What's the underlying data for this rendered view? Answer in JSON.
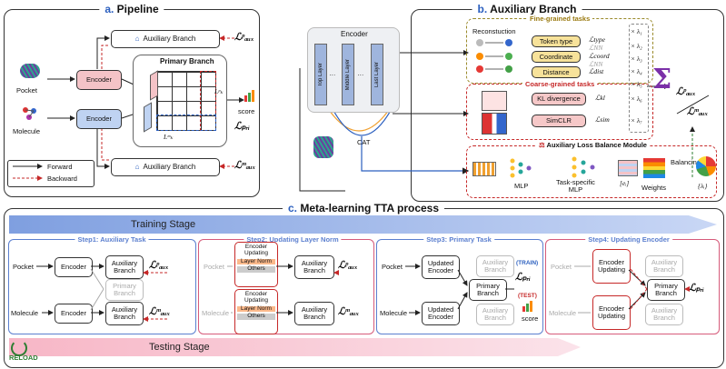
{
  "colors": {
    "blue_accent": "#2b5fbf",
    "red_dash": "#c62828",
    "encoder_pink": "#f4c3c7",
    "encoder_blue": "#bfd3f2",
    "training_bar": "#7f9fe0",
    "testing_bar": "#f7b6c6",
    "gold": "#f7e29a"
  },
  "pipeline": {
    "letter": "a.",
    "title": "Pipeline",
    "pocket": "Pocket",
    "molecule": "Molecule",
    "encoder": "Encoder",
    "aux_branch": "Auxiliary Branch",
    "primary_branch": "Primary Branch",
    "score": "score",
    "loss_aux_p": "ℒᵖₐᵤₓ",
    "loss_aux_m": "ℒᵐₐᵤₓ",
    "loss_pri": "ℒₚᵣᵢ",
    "lk_p": "Lᵖₖ",
    "lk_m": "Lᵐₖ",
    "legend_forward": "Forward",
    "legend_backward": "Backward"
  },
  "aux_panel": {
    "letter": "b.",
    "title": "Auxiliary Branch",
    "encoder": "Encoder",
    "layers": [
      "Top Layer",
      "…",
      "Middle Layer",
      "…",
      "Last Layer"
    ],
    "cat": "CAT",
    "fine_title": "Fine-grained tasks",
    "reconstruction": "Reconstuction",
    "fine_tasks": [
      {
        "label": "Token type",
        "loss": "ℒtype",
        "loss2": "ℒNN"
      },
      {
        "label": "Coordinate",
        "loss": "ℒcoord",
        "loss2": "ℒNN"
      },
      {
        "label": "Distance",
        "loss": "ℒdist"
      }
    ],
    "coarse_title": "Coarse-grained tasks",
    "coarse_tasks": [
      {
        "label": "KL divergence",
        "loss": "ℒkl"
      },
      {
        "label": "SimCLR",
        "loss": "ℒsim"
      }
    ],
    "lambdas": [
      "× λ₁",
      "× λ₂",
      "× λ₃",
      "× λ₄",
      "× λ₅",
      "× λ₆",
      "× λ₇"
    ],
    "sum_symbol": "Σ",
    "loss_aux_p": "ℒᵖₐᵤₓ",
    "loss_aux_m": "ℒᵐₐᵤₓ",
    "balance_title": "Auxiliary Loss Balance Module",
    "mlp": "MLP",
    "task_specific_mlp": "Task-specific\nMLP",
    "ei": "[eᵢ]",
    "weights": "Weights",
    "lambda_i": "{λᵢ}",
    "balancing": "Balancing"
  },
  "meta_panel": {
    "letter": "c.",
    "title": "Meta-learning TTA process",
    "training_stage": "Training Stage",
    "testing_stage": "Testing Stage",
    "reload": "RELOAD",
    "steps": [
      {
        "title": "Step1: Auxiliary Task",
        "pocket": "Pocket",
        "molecule": "Molecule",
        "encoder": "Encoder",
        "aux": "Auxiliary Branch",
        "primary": "Primary Branch"
      },
      {
        "title": "Step2: Updating Layer Norm",
        "pocket": "Pocket",
        "molecule": "Molecule",
        "enc_updating": "Encoder Updating",
        "layer_norm": "Layer Norm",
        "others": "Others",
        "aux": "Auxiliary Branch"
      },
      {
        "title": "Step3: Primary Task",
        "pocket": "Pocket",
        "molecule": "Molecule",
        "updated_encoder": "Updated Encoder",
        "aux": "Auxiliary Branch",
        "primary": "Primary Branch",
        "train": "(TRAIN)",
        "test": "(TEST)",
        "score": "score"
      },
      {
        "title": "Step4: Updating Encoder",
        "pocket": "Pocket",
        "molecule": "Molecule",
        "enc_updating": "Encoder Updating",
        "aux": "Auxiliary Branch",
        "primary": "Primary Branch"
      }
    ],
    "loss_aux_p": "ℒᵖₐᵤₓ",
    "loss_aux_m": "ℒᵐₐᵤₓ",
    "loss_pri": "ℒₚᵣᵢ"
  }
}
